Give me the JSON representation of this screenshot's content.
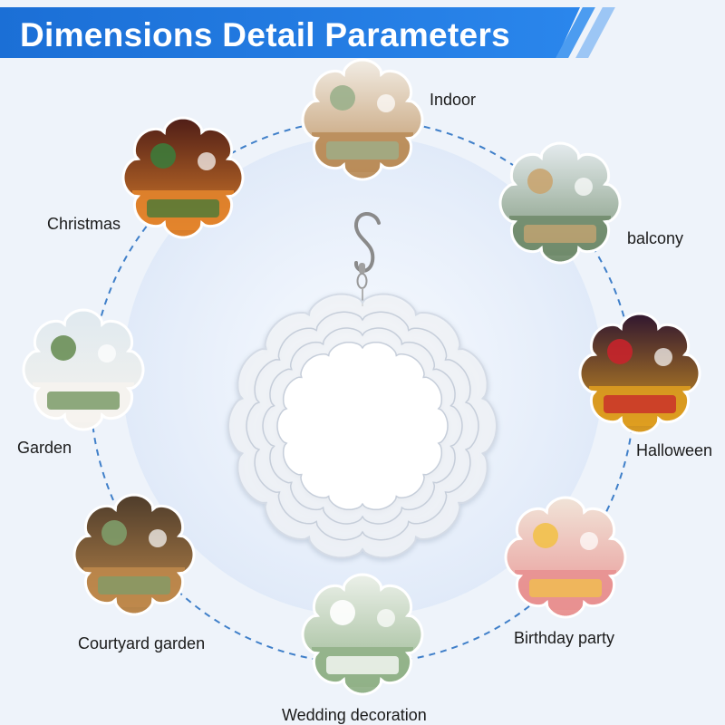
{
  "header": {
    "title": "Dimensions Detail Parameters",
    "accent_color": "#1b6fd6"
  },
  "product": {
    "icon": "spinner-flower-icon",
    "hook_icon": "s-hook-icon",
    "color": "#ffffff"
  },
  "scenes": [
    {
      "id": "indoor",
      "label": "Indoor",
      "palette": [
        "#f3efe8",
        "#b98b57",
        "#9bb08c"
      ]
    },
    {
      "id": "balcony",
      "label": "balcony",
      "palette": [
        "#e8eef2",
        "#6f8a6a",
        "#c9a571"
      ]
    },
    {
      "id": "halloween",
      "label": "Halloween",
      "palette": [
        "#2b1230",
        "#e0a020",
        "#c7232b"
      ]
    },
    {
      "id": "birthday",
      "label": "Birthday party",
      "palette": [
        "#f1e6da",
        "#e88f8f",
        "#f2c14a"
      ]
    },
    {
      "id": "wedding",
      "label": "Wedding decoration",
      "palette": [
        "#eef2ec",
        "#8fb086",
        "#ffffff"
      ]
    },
    {
      "id": "courtyard",
      "label": "Courtyard garden",
      "palette": [
        "#4b3a2a",
        "#c08a4c",
        "#7e9c69"
      ]
    },
    {
      "id": "garden",
      "label": "Garden",
      "palette": [
        "#dfe9ef",
        "#f6f3ee",
        "#6a8f56"
      ]
    },
    {
      "id": "christmas",
      "label": "Christmas",
      "palette": [
        "#4a1a16",
        "#e5862d",
        "#3d7a3a"
      ]
    }
  ]
}
